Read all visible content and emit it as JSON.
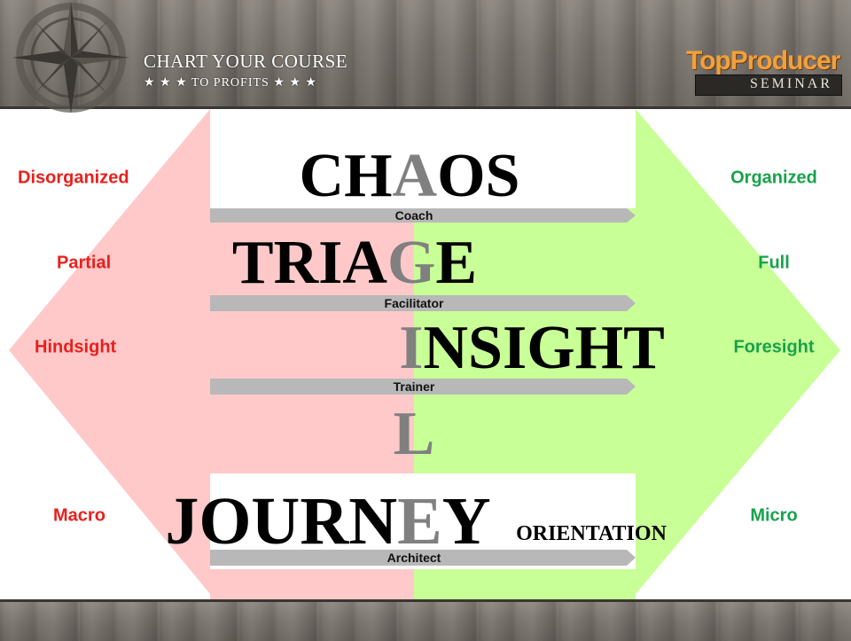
{
  "header": {
    "tagline_line1": "CHART YOUR COURSE",
    "tagline_line2": "★ ★ ★ TO PROFITS ★ ★ ★",
    "logo_main": "TopProducer",
    "logo_sub": "SEMINAR"
  },
  "colors": {
    "left_red_text": "#e8201c",
    "right_green_text": "#16a34a",
    "left_fill": "#ffc9c9",
    "right_fill": "#c8ff96",
    "bar_gray": "#b8b8b8",
    "highlight_letter": "#808080"
  },
  "left_labels": [
    "Disorganized",
    "Partial",
    "Hindsight",
    "Macro"
  ],
  "right_labels": [
    "Organized",
    "Full",
    "Foresight",
    "Micro"
  ],
  "words": {
    "chaos": {
      "pre": "CH",
      "hi": "A",
      "post": "OS"
    },
    "triage": {
      "pre": "TRIA",
      "hi": "G",
      "post": "E"
    },
    "insight": {
      "pre": "",
      "hi": "I",
      "post": "NSIGHT"
    },
    "l": {
      "pre": "",
      "hi": "L",
      "post": ""
    },
    "journey": {
      "pre": "JOURN",
      "hi": "E",
      "post": "Y"
    },
    "orientation": "ORIENTATION"
  },
  "roles": [
    "Coach",
    "Facilitator",
    "Trainer",
    "Architect"
  ]
}
